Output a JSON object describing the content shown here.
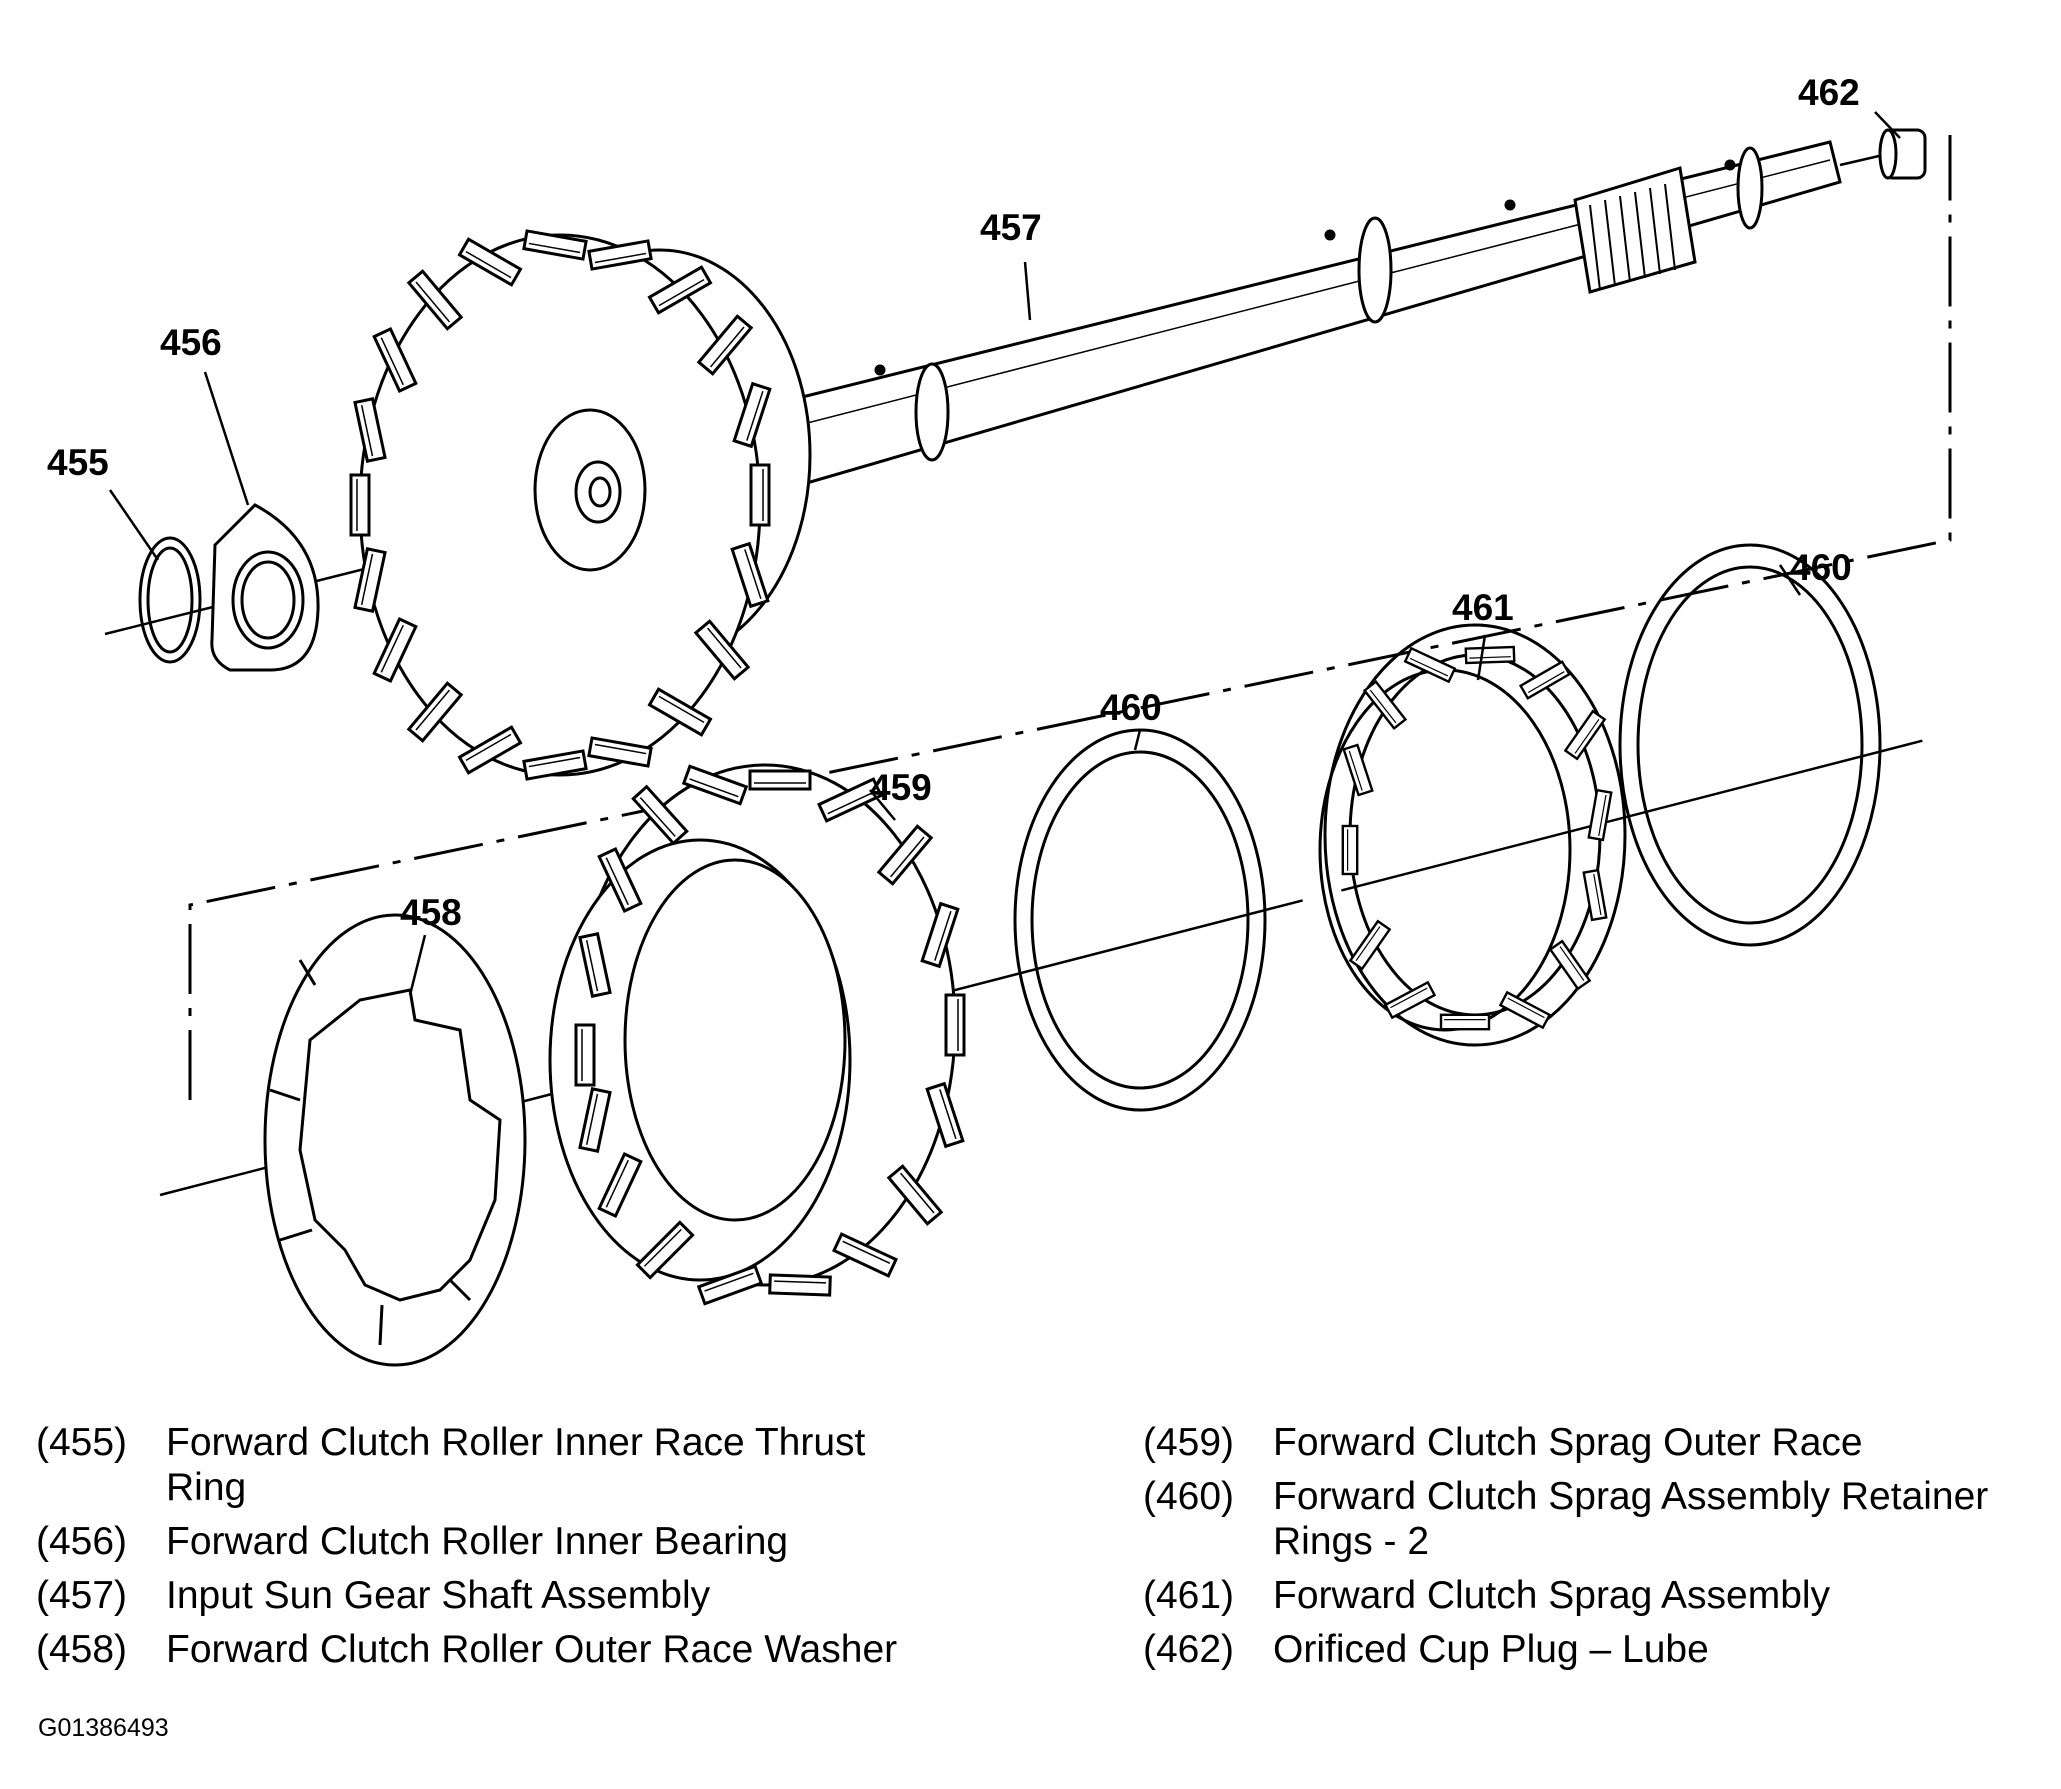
{
  "callouts": {
    "c455": "455",
    "c456": "456",
    "c457": "457",
    "c458": "458",
    "c459": "459",
    "c460a": "460",
    "c460b": "460",
    "c461": "461",
    "c462": "462"
  },
  "legend": {
    "left": [
      {
        "number": "(455)",
        "text": "Forward Clutch Roller Inner Race Thrust Ring"
      },
      {
        "number": "(456)",
        "text": "Forward Clutch Roller Inner Bearing"
      },
      {
        "number": "(457)",
        "text": "Input Sun Gear Shaft Assembly"
      },
      {
        "number": "(458)",
        "text": "Forward Clutch Roller Outer Race Washer"
      }
    ],
    "right": [
      {
        "number": "(459)",
        "text": "Forward Clutch Sprag Outer Race"
      },
      {
        "number": "(460)",
        "text": "Forward Clutch Sprag Assembly Retainer Rings - 2"
      },
      {
        "number": "(461)",
        "text": "Forward Clutch Sprag Assembly"
      },
      {
        "number": "(462)",
        "text": "Orificed Cup Plug – Lube"
      }
    ]
  },
  "figure_id": "G01386493"
}
